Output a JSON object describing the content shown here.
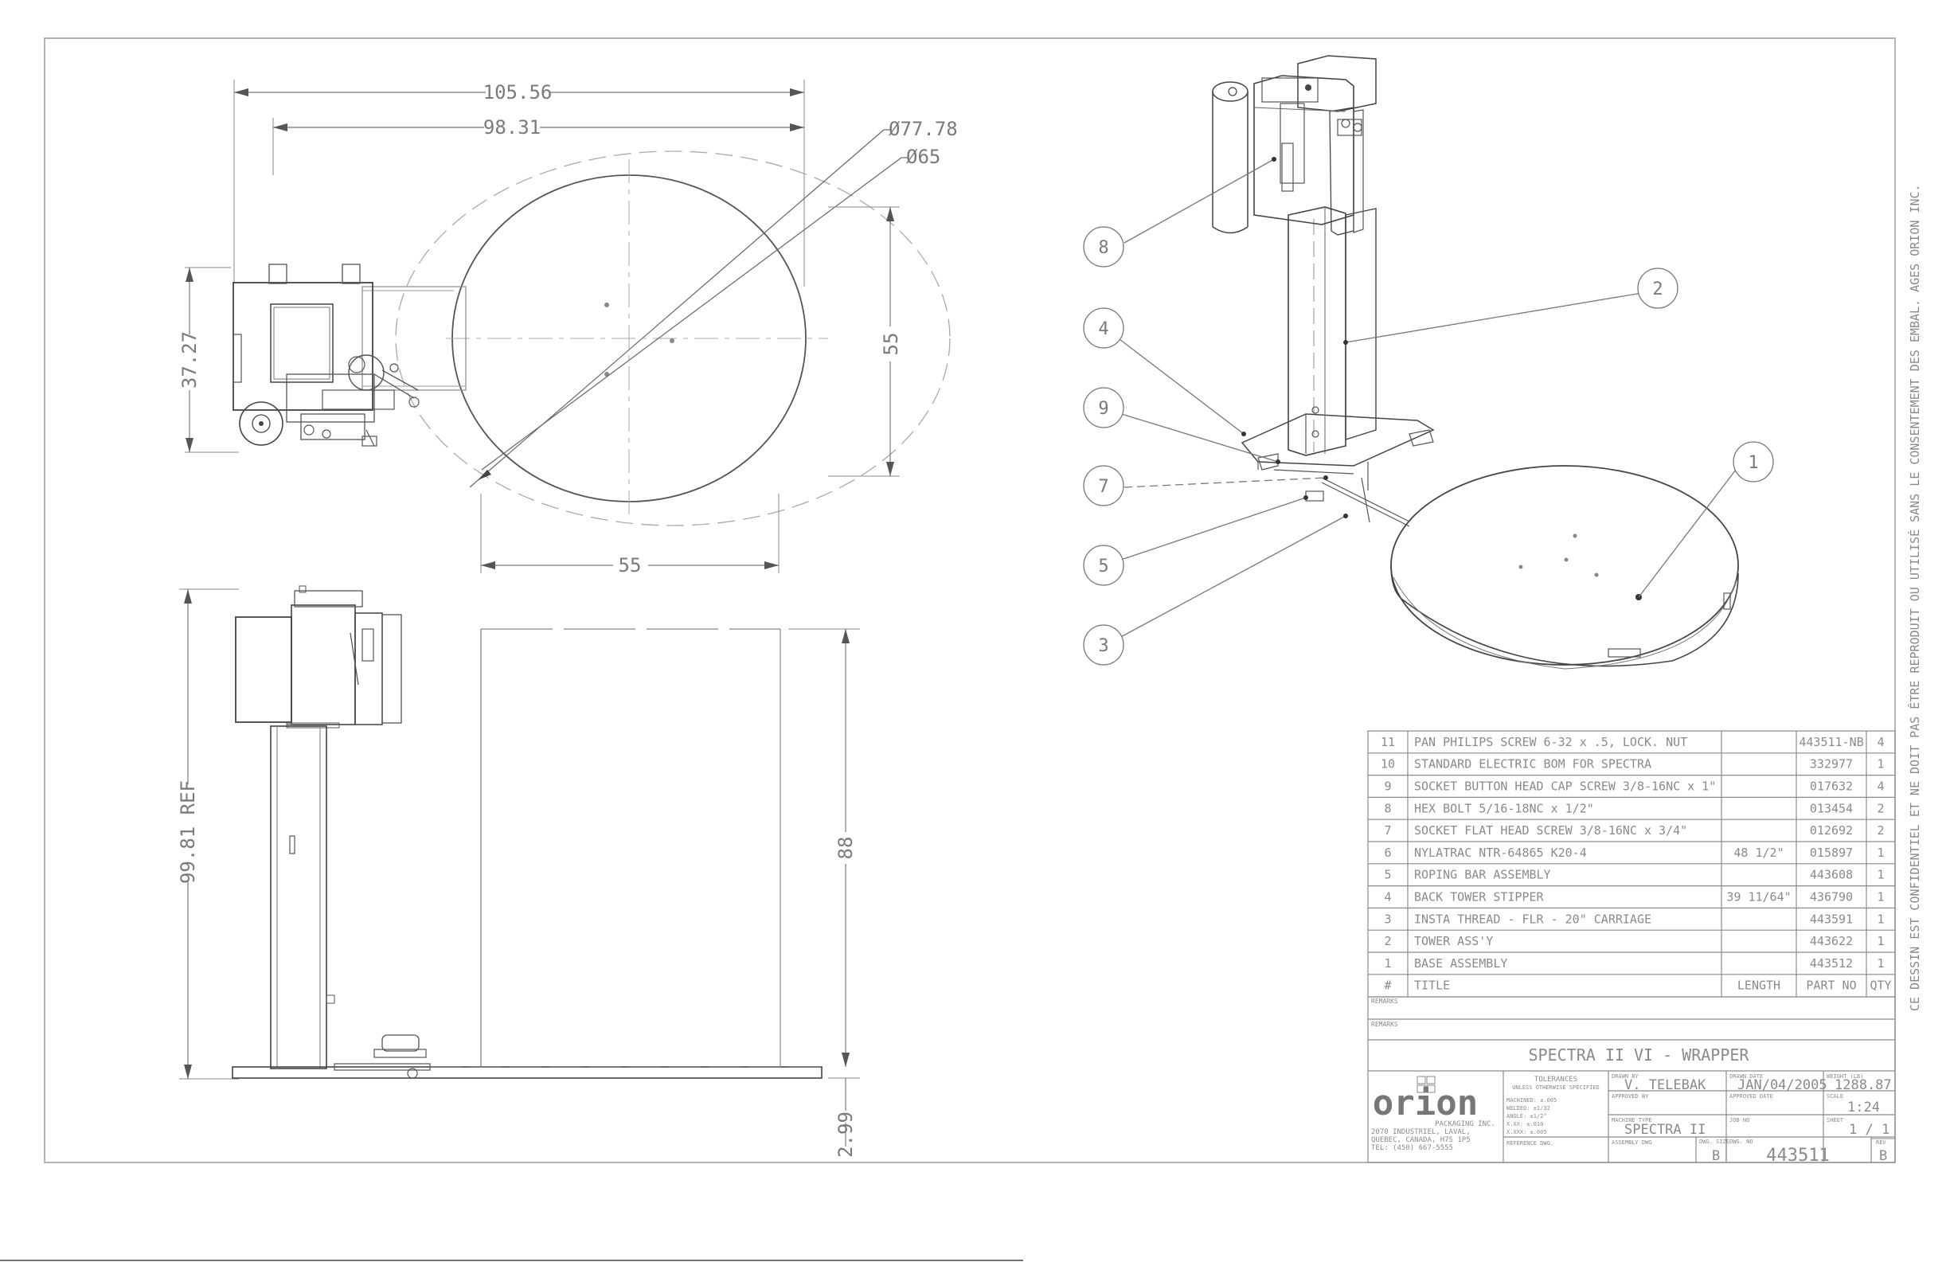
{
  "dimensions": {
    "overall_width": "105.56",
    "width_2": "98.31",
    "dia_outer": "Ø77.78",
    "dia_inner": "Ø65",
    "side_height": "37.27",
    "turntable_depth": "55",
    "turntable_width": "55",
    "tower_height": "99.81 REF",
    "load_height": "88",
    "base_height": "2.99"
  },
  "balloons": [
    "1",
    "2",
    "3",
    "4",
    "5",
    "7",
    "8",
    "9"
  ],
  "bom": {
    "rows": [
      {
        "item": "11",
        "title": "PAN PHILIPS SCREW 6-32 x .5, LOCK. NUT",
        "length": "",
        "part": "443511-NB",
        "qty": "4"
      },
      {
        "item": "10",
        "title": "STANDARD ELECTRIC BOM FOR SPECTRA",
        "length": "",
        "part": "332977",
        "qty": "1"
      },
      {
        "item": "9",
        "title": "SOCKET BUTTON HEAD CAP SCREW 3/8-16NC x 1\"",
        "length": "",
        "part": "017632",
        "qty": "4"
      },
      {
        "item": "8",
        "title": "HEX BOLT 5/16-18NC x 1/2\"",
        "length": "",
        "part": "013454",
        "qty": "2"
      },
      {
        "item": "7",
        "title": "SOCKET FLAT HEAD SCREW 3/8-16NC x 3/4\"",
        "length": "",
        "part": "012692",
        "qty": "2"
      },
      {
        "item": "6",
        "title": "NYLATRAC NTR-64865 K20-4",
        "length": "48 1/2\"",
        "part": "015897",
        "qty": "1"
      },
      {
        "item": "5",
        "title": "ROPING BAR ASSEMBLY",
        "length": "",
        "part": "443608",
        "qty": "1"
      },
      {
        "item": "4",
        "title": "BACK TOWER STIPPER",
        "length": "39 11/64\"",
        "part": "436790",
        "qty": "1"
      },
      {
        "item": "3",
        "title": "INSTA THREAD - FLR - 20\" CARRIAGE",
        "length": "",
        "part": "443591",
        "qty": "1"
      },
      {
        "item": "2",
        "title": "TOWER ASS'Y",
        "length": "",
        "part": "443622",
        "qty": "1"
      },
      {
        "item": "1",
        "title": "BASE ASSEMBLY",
        "length": "",
        "part": "443512",
        "qty": "1"
      }
    ],
    "headers": {
      "item": "#",
      "title": "TITLE",
      "length": "LENGTH",
      "part": "PART NO",
      "qty": "QTY"
    }
  },
  "title_block": {
    "remarks_label": "REMARKS",
    "title": "SPECTRA II VI - WRAPPER",
    "company_name": "orion",
    "company_sub": "PACKAGING INC.",
    "address_1": "2070 INDUSTRIEL, LAVAL,",
    "address_2": "QUEBEC, CANADA, H7S 1P5",
    "address_3": "TEL: (450) 667-5555",
    "tolerances_label": "TOLERANCES",
    "tolerances_sub": "UNLESS OTHERWISE SPECIFIED",
    "tol_lines": [
      "MACHINED: ±.005",
      "WELDED: ±1/32",
      "ANGLE: ±1/2°",
      "X.XX: ±.010",
      "X.XXX: ±.005"
    ],
    "drawn_by_label": "DRAWN BY",
    "drawn_by": "V. TELEBAK",
    "approved_by_label": "APPROVED BY",
    "machine_type_label": "MACHINE TYPE",
    "machine_type": "SPECTRA II",
    "assembly_label": "ASSEMBLY DWG",
    "reference_label": "REFERENCE DWG.",
    "drawn_date_label": "DRAWN DATE",
    "drawn_date": "JAN/04/2005",
    "approved_date_label": "APPROVED DATE",
    "job_no_label": "JOB NO",
    "dwg_size_label": "DWG. SIZE",
    "dwg_size": "B",
    "dwg_no_label": "DWG. NO",
    "dwg_no": "443511",
    "weight_label": "WEIGHT (LB)",
    "weight": "1288.87",
    "scale_label": "SCALE",
    "scale": "1:24",
    "sheet_label": "SHEET",
    "sheet": "1 / 1",
    "rev_label": "REV",
    "rev": "B"
  },
  "side_note": "CE DESSIN EST CONFIDENTIEL ET NE DOIT PAS ÊTRE REPRODUIT OU UTILISÉ SANS LE CONSENTEMENT DES EMBAL. AGES ORION INC."
}
